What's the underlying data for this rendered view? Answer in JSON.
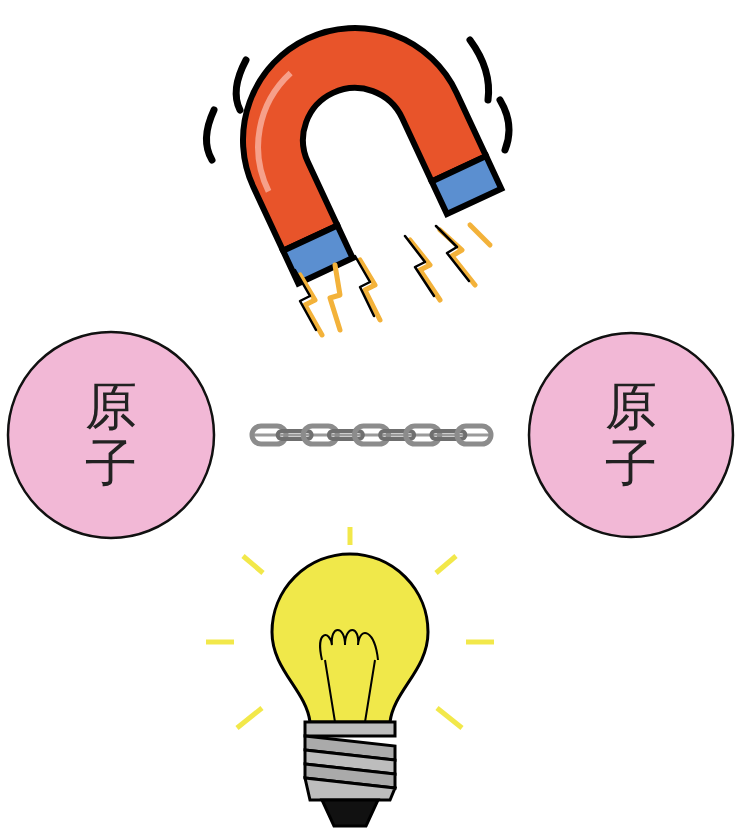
{
  "diagram": {
    "nodes": [
      {
        "text": [
          "原子"
        ]
      },
      {
        "text": [
          "原子"
        ]
      }
    ],
    "edges": [
      {
        "from": 0,
        "to": 1,
        "arrow": "none"
      }
    ]
  }
}
